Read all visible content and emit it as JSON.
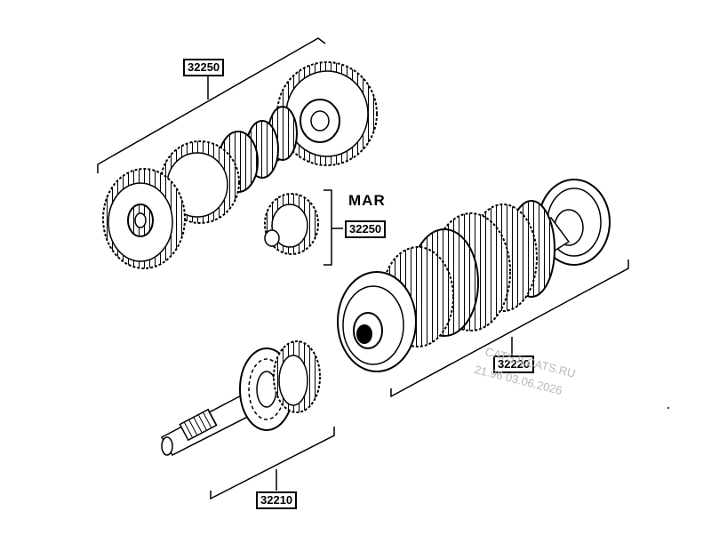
{
  "labels": {
    "upper_left_assembly": "32250",
    "reverse_gear": "32250",
    "countershaft_assembly": "32220",
    "input_shaft": "32210"
  },
  "reverse_tag": "MAR",
  "watermark": {
    "line1": "CATS.ILCATS.RU",
    "line2": "21.96 03.06.2026"
  }
}
